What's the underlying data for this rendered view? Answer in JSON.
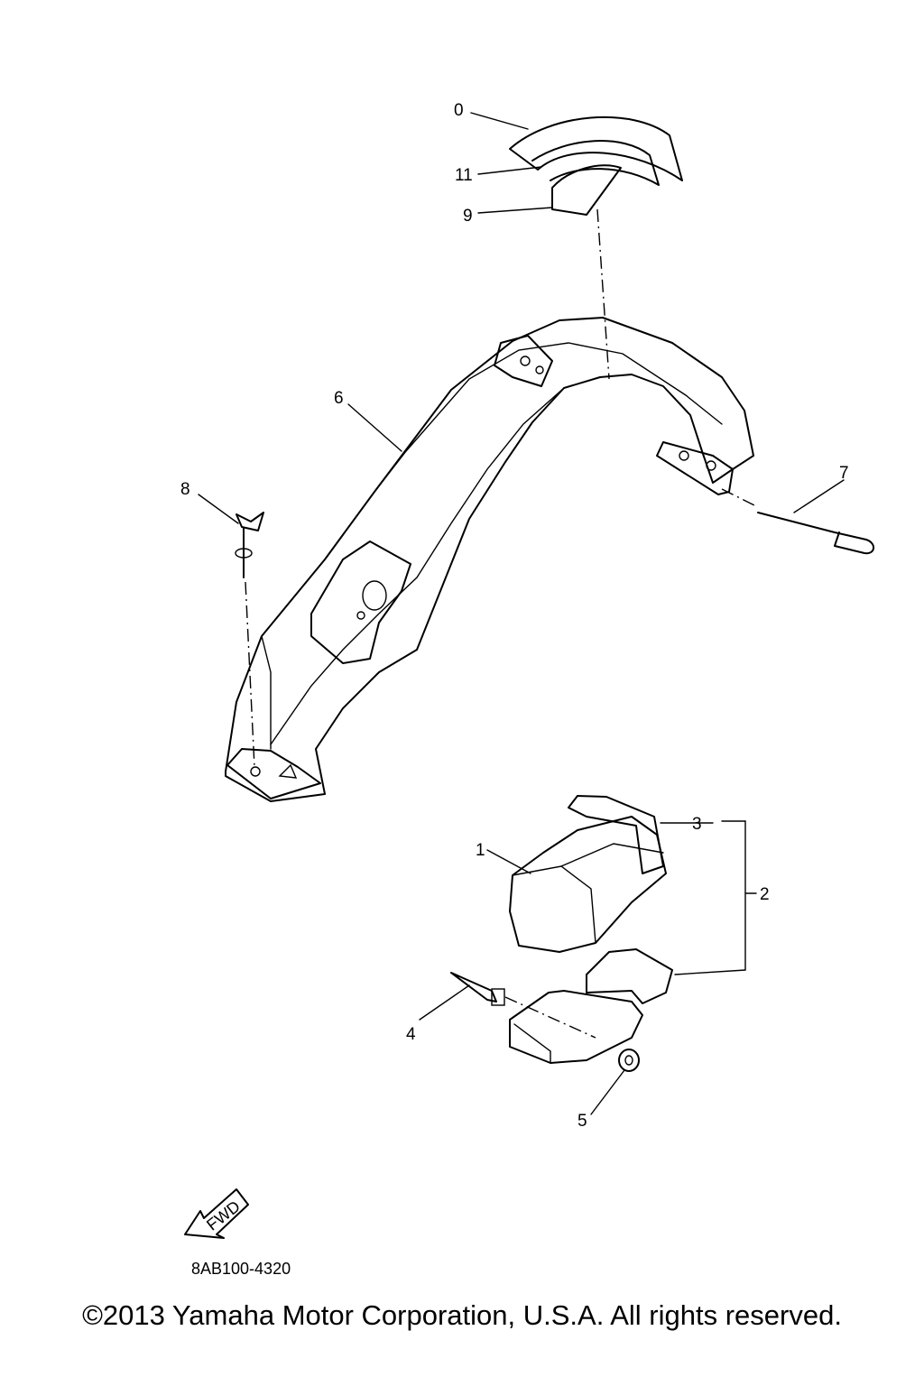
{
  "diagram": {
    "callouts": [
      "0",
      "11",
      "9",
      "6",
      "7",
      "8",
      "3",
      "1",
      "2",
      "4",
      "5"
    ],
    "fwd_label": "FWD",
    "diagram_code": "8AB100-4320"
  },
  "footer": {
    "copyright": "©2013 Yamaha Motor Corporation, U.S.A. All rights reserved."
  }
}
